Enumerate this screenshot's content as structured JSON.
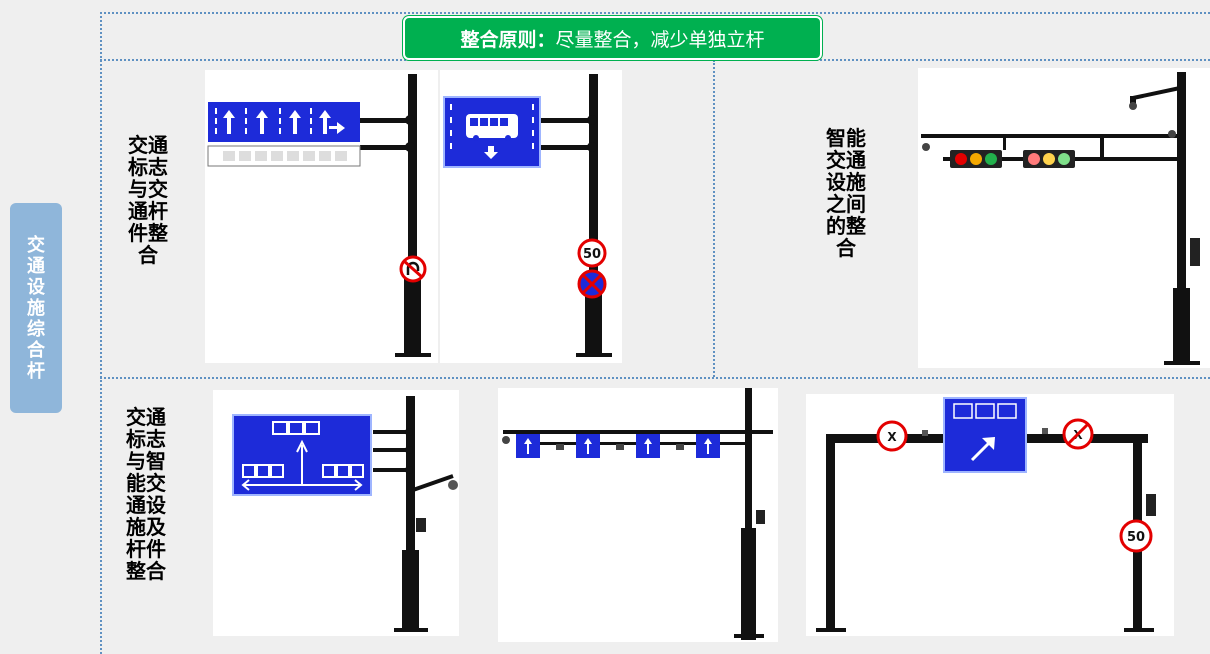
{
  "side_tab": "交通设施综合杆",
  "banner": {
    "title": "整合原则：",
    "text": "尽量整合，减少单独立杆"
  },
  "categories": {
    "sign_pole": "交通标志与交通杆件整合",
    "smart_facilities": "智能交通设施之间的整合",
    "sign_smart_pole": "交通标志与智能交通设施及杆件整合"
  },
  "panels": {
    "speed_limit_1": "50",
    "speed_limit_2": "50",
    "no_entry_1": "X",
    "no_entry_2": "X"
  },
  "colors": {
    "sign_blue": "#1d2bd9",
    "banner_green": "#00b050",
    "tab_blue": "#8fb6da",
    "signal_red": "#e30000"
  }
}
